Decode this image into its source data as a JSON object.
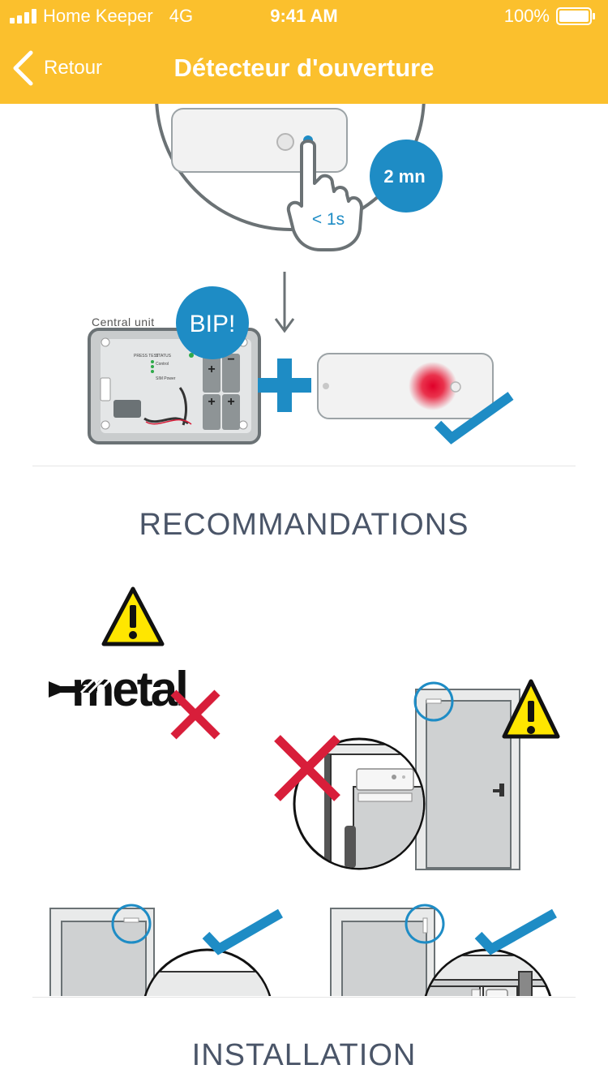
{
  "status_bar": {
    "carrier": "Home Keeper",
    "network": "4G",
    "time": "9:41 AM",
    "battery": "100%"
  },
  "nav": {
    "back_label": "Retour",
    "title": "Détecteur d'ouverture"
  },
  "pairing_illustration": {
    "timer_badge": "2 mn",
    "press_duration": "< 1s",
    "central_unit_label": "Central unit",
    "beep_badge": "BIP!",
    "unit_labels": [
      "PRESS TEST",
      "STATUS",
      "Control",
      "SIM Power"
    ]
  },
  "sections": {
    "recommendations_title": "RECOMMANDATIONS",
    "metal_label": "metal",
    "installation_title": "INSTALLATION"
  },
  "colors": {
    "header": "#FBC02D",
    "accent_blue": "#1E8CC5",
    "error_red": "#D81E3A",
    "warning_yellow": "#FFE600",
    "title_text": "#4A5568"
  }
}
